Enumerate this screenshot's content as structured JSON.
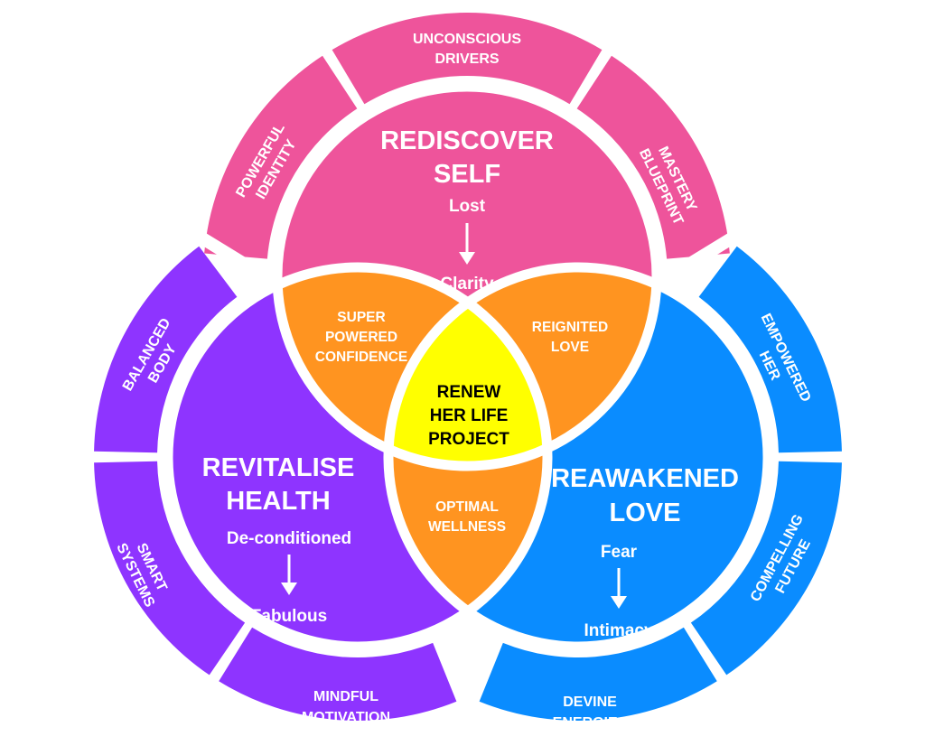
{
  "diagram_title": "Renew Her Life Project",
  "colors": {
    "pink": "#EE549B",
    "purple": "#8E34FF",
    "blue": "#0A8CFF",
    "orange": "#FF9420",
    "yellow": "#FFFF00",
    "gap": "#FFFFFF"
  },
  "circles": {
    "top": {
      "title": [
        "REDISCOVER",
        "SELF"
      ],
      "from": "Lost",
      "to": "Clarity",
      "arrow_icon": "arrow-down-icon",
      "ring_segments": [
        [
          "POWERFUL",
          "IDENTITY"
        ],
        [
          "UNCONSCIOUS",
          "DRIVERS"
        ],
        [
          "MASTERY",
          "BLUEPRINT"
        ]
      ]
    },
    "left": {
      "title": [
        "REVITALISE",
        "HEALTH"
      ],
      "from": "De-conditioned",
      "to": "Fabulous",
      "arrow_icon": "arrow-down-icon",
      "ring_segments": [
        [
          "BALANCED",
          "BODY"
        ],
        [
          "SMART",
          "SYSTEMS"
        ],
        [
          "MINDFUL",
          "MOTIVATION"
        ]
      ]
    },
    "right": {
      "title": [
        "REAWAKENED",
        "LOVE"
      ],
      "from": "Fear",
      "to": "Intimacy",
      "arrow_icon": "arrow-down-icon",
      "ring_segments": [
        [
          "EMPOWERED",
          "HER"
        ],
        [
          "COMPELLING",
          "FUTURE"
        ],
        [
          "DEVINE",
          "ENERGIES"
        ]
      ]
    }
  },
  "overlaps": {
    "top_left": [
      "SUPER",
      "POWERED",
      "CONFIDENCE"
    ],
    "top_right": [
      "REIGNITED",
      "LOVE"
    ],
    "left_right": [
      "OPTIMAL",
      "WELLNESS"
    ],
    "center": [
      "RENEW",
      "HER LIFE",
      "PROJECT"
    ]
  }
}
